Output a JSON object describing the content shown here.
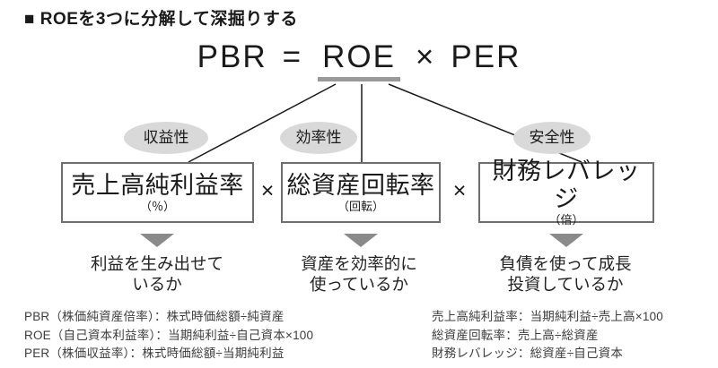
{
  "title": "■ ROEを3つに分解して深掘りする",
  "formula": {
    "pbr": "PBR",
    "equals": "=",
    "roe": "ROE",
    "times": "×",
    "per": "PER"
  },
  "multiply_sign": "×",
  "factors": [
    {
      "badge": "収益性",
      "name": "売上高純利益率",
      "unit": "（％）",
      "question": "利益を生み出せて\nいるか"
    },
    {
      "badge": "効率性",
      "name": "総資産回転率",
      "unit": "（回転）",
      "question": "資産を効率的に\n使っているか"
    },
    {
      "badge": "安全性",
      "name": "財務レバレッジ",
      "unit": "（倍）",
      "question": "負債を使って成長\n投資しているか"
    }
  ],
  "notes_left": [
    "PBR（株価純資産倍率）：株式時価総額÷純資産",
    "ROE（自己資本利益率）：当期純利益÷自己資本×100",
    "PER（株価収益率）：株式時価総額÷当期純利益"
  ],
  "notes_right": [
    "売上高純利益率：当期純利益÷売上高×100",
    "総資産回転率：売上高÷総資産",
    "財務レバレッジ：総資産÷自己資本"
  ],
  "colors": {
    "background": "#ffffff",
    "text": "#1a1a1a",
    "roe_underline": "#999999",
    "badge_bg": "#d9d9d9",
    "box_border": "#6e6e6e",
    "arrow": "#8a8a8a",
    "connector_line": "#1a1a1a"
  }
}
